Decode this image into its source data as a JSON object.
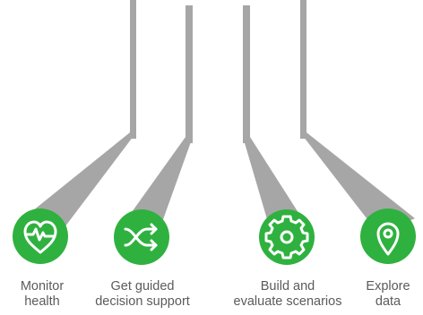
{
  "colors": {
    "circle_fill": "#2fb13f",
    "icon_stroke": "#ffffff",
    "connector": "#a6a6a6",
    "label_text": "#5b5b5b",
    "background": "#ffffff"
  },
  "items": [
    {
      "icon": "heart-pulse-icon",
      "label_line1": "Monitor",
      "label_line2": "health"
    },
    {
      "icon": "shuffle-arrows-icon",
      "label_line1": "Get guided",
      "label_line2": "decision support"
    },
    {
      "icon": "gear-icon",
      "label_line1": "Build and",
      "label_line2": "evaluate scenarios"
    },
    {
      "icon": "map-pin-icon",
      "label_line1": "Explore",
      "label_line2": "data"
    }
  ]
}
